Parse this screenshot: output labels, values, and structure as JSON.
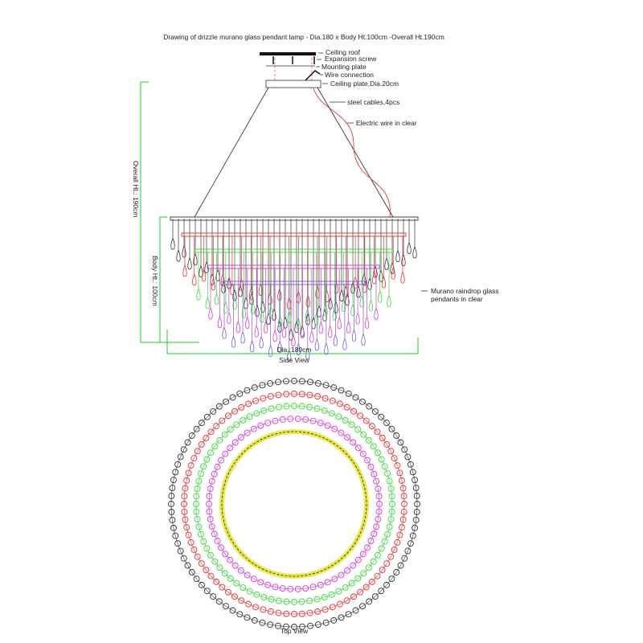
{
  "title": "Drawing of drizzle murano glass pendant lamp - Dia.180 x Body Ht.100cm -Overall Ht.190cm",
  "labels": {
    "ceiling_roof": "Ceiling roof",
    "expansion_screw": "Expansion screw",
    "mounting_plate": "Mounting plate",
    "wire_connection": "Wire connection",
    "ceiling_plate": "Ceiling plate,Dia.20cm",
    "steel_cables": "steel cables,4pcs",
    "electric_wire": "Electric wire in clear",
    "pendants_line1": "Murano raindrop glass",
    "pendants_line2": "pendants in clear"
  },
  "dimensions": {
    "overall_height": "Overall Ht.: 190cm",
    "body_height": "Body Ht.: 100cm",
    "diameter": "Dia.:180cm"
  },
  "views": {
    "side": "Side View",
    "top": "Top View"
  },
  "colors": {
    "black": "#333333",
    "red": "#e53030",
    "green": "#3ad83a",
    "magenta": "#d43ad4",
    "yellow": "#e8e84a",
    "dim": "#22cc22",
    "wire": "#e02020"
  }
}
